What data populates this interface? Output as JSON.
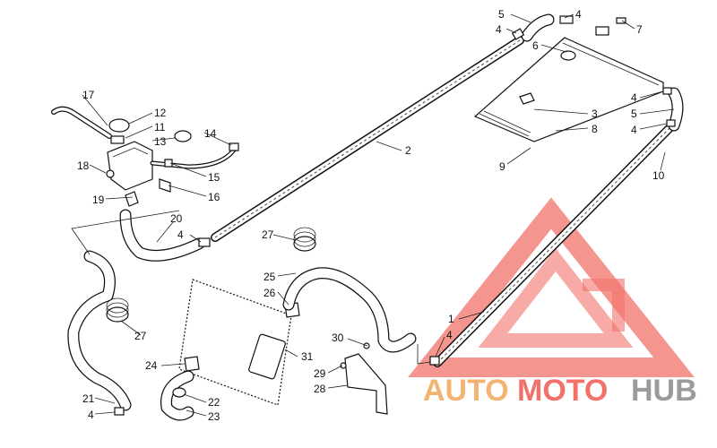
{
  "callouts": [
    {
      "id": "c5a",
      "text": "5"
    },
    {
      "id": "c4a",
      "text": "4"
    },
    {
      "id": "c4b",
      "text": "4"
    },
    {
      "id": "c6",
      "text": "6"
    },
    {
      "id": "c7",
      "text": "7"
    },
    {
      "id": "c17",
      "text": "17"
    },
    {
      "id": "c12",
      "text": "12"
    },
    {
      "id": "c11",
      "text": "11"
    },
    {
      "id": "c13",
      "text": "13"
    },
    {
      "id": "c14",
      "text": "14"
    },
    {
      "id": "c18",
      "text": "18"
    },
    {
      "id": "c15",
      "text": "15"
    },
    {
      "id": "c16",
      "text": "16"
    },
    {
      "id": "c19",
      "text": "19"
    },
    {
      "id": "c2",
      "text": "2"
    },
    {
      "id": "c3",
      "text": "3"
    },
    {
      "id": "c8",
      "text": "8"
    },
    {
      "id": "c9",
      "text": "9"
    },
    {
      "id": "c4c",
      "text": "4"
    },
    {
      "id": "c5b",
      "text": "5"
    },
    {
      "id": "c4d",
      "text": "4"
    },
    {
      "id": "c10",
      "text": "10"
    },
    {
      "id": "c20",
      "text": "20"
    },
    {
      "id": "c4e",
      "text": "4"
    },
    {
      "id": "c27a",
      "text": "27"
    },
    {
      "id": "c25",
      "text": "25"
    },
    {
      "id": "c26",
      "text": "26"
    },
    {
      "id": "c1",
      "text": "1"
    },
    {
      "id": "c4f",
      "text": "4"
    },
    {
      "id": "c27b",
      "text": "27"
    },
    {
      "id": "c30",
      "text": "30"
    },
    {
      "id": "c31",
      "text": "31"
    },
    {
      "id": "c29",
      "text": "29"
    },
    {
      "id": "c28",
      "text": "28"
    },
    {
      "id": "c24",
      "text": "24"
    },
    {
      "id": "c22",
      "text": "22"
    },
    {
      "id": "c23",
      "text": "23"
    },
    {
      "id": "c21",
      "text": "21"
    },
    {
      "id": "c4g",
      "text": "4"
    }
  ],
  "watermark": {
    "part1": "AUTO",
    "part2": "MOTO",
    "part3": "HUB",
    "color_red": "#f05a50",
    "color_orange": "#f2a65a",
    "color_grey": "#8a8a8a"
  }
}
